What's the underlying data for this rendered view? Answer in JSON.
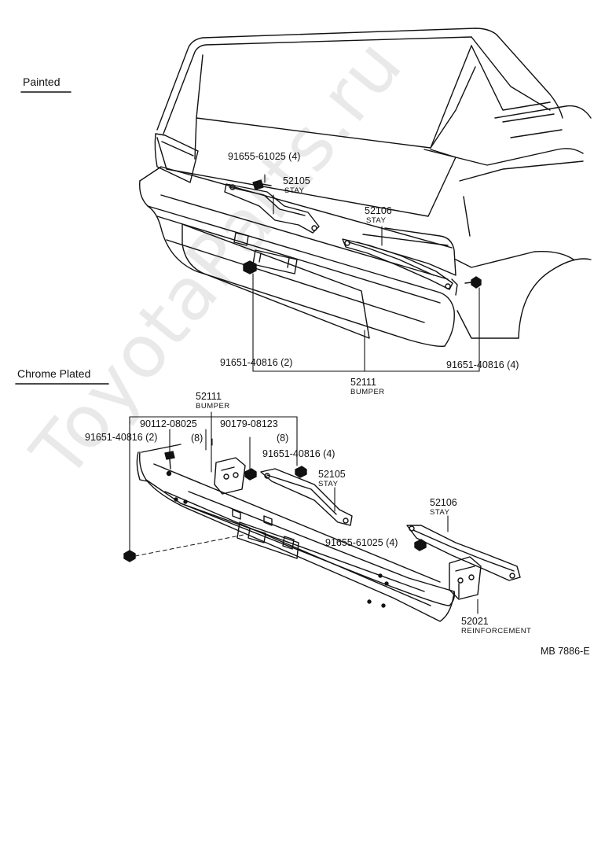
{
  "watermark": "ToyotaParts.ru",
  "sections": {
    "painted": "Painted",
    "chrome": "Chrome Plated"
  },
  "painted": {
    "labels": {
      "bolt_61025": "91655-61025 (4)",
      "stay_52105": "52105",
      "stay_52105_cap": "STAY",
      "stay_52106": "52106",
      "stay_52106_cap": "STAY",
      "nut_left": "91651-40816 (2)",
      "nut_right": "91651-40816 (4)",
      "bumper": "52111",
      "bumper_cap": "BUMPER"
    }
  },
  "chrome": {
    "labels": {
      "bumper": "52111",
      "bumper_cap": "BUMPER",
      "bolt_08025": "90112-08025",
      "bolt_08025_qty": "(8)",
      "nut_08123": "90179-08123",
      "nut_08123_qty": "(8)",
      "nut_left": "91651-40816 (2)",
      "nut_right": "91651-40816 (4)",
      "stay_52105": "52105",
      "stay_52105_cap": "STAY",
      "stay_52106": "52106",
      "stay_52106_cap": "STAY",
      "bolt_61025": "91655-61025 (4)",
      "reinf": "52021",
      "reinf_cap": "REINFORCEMENT"
    }
  },
  "figure_id": "MB  7886-E"
}
